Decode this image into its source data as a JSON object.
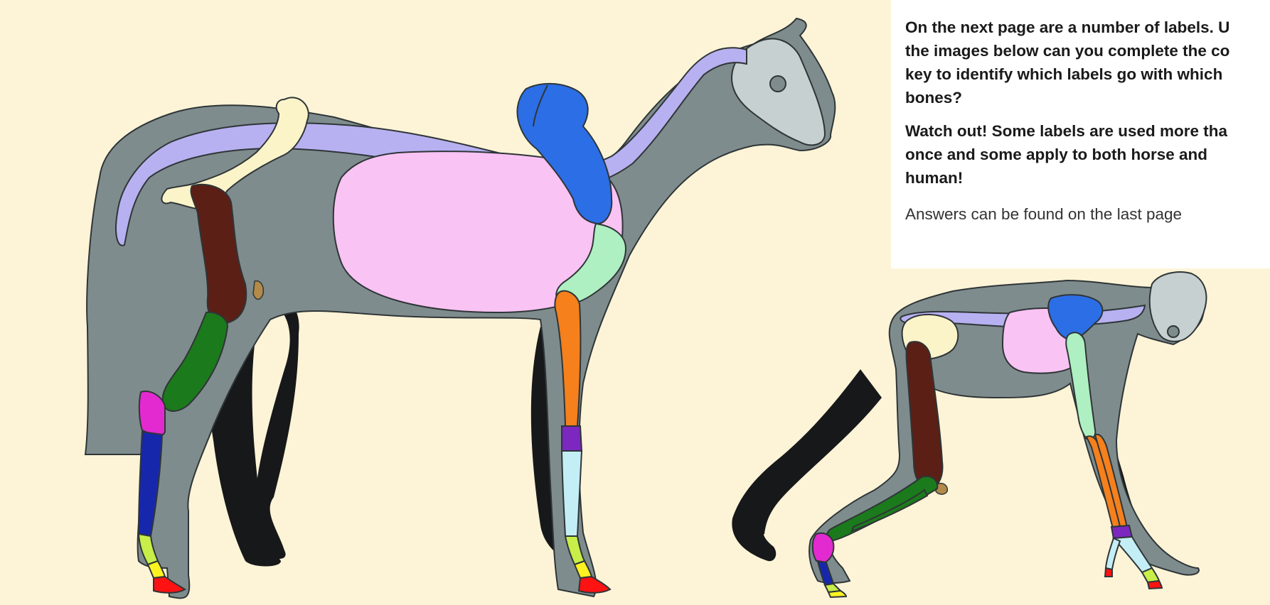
{
  "instructions": {
    "para1": [
      "On the next page are a number of labels. U",
      "the images below can you complete the co",
      "key to identify which labels go with which",
      "bones?"
    ],
    "para2": [
      "Watch out! Some labels are used more tha",
      "once and some apply to both horse and",
      "human!"
    ],
    "note": "Answers can be found on the last page"
  },
  "colors": {
    "background": "#fdf4d7",
    "body": "#7f8c8d",
    "skull": "#c6d0d0",
    "spine": "#b7b1f1",
    "ribcage": "#f9c3f4",
    "scapula": "#2b6ee6",
    "humerus": "#aef0c2",
    "radius": "#f5801c",
    "carpals": "#7c27c0",
    "metacarpal": "#c4eef5",
    "phalanges": "#c7ee49",
    "phalanx_yellow": "#fdf321",
    "hoof": "#ff1212",
    "pelvis": "#fbf4c9",
    "femur": "#5b1f16",
    "patella": "#b38a4a",
    "tibia": "#1b7a1b",
    "tarsals": "#e32ad0",
    "metatarsal": "#1727ac",
    "far_limbs": "#17181a"
  }
}
